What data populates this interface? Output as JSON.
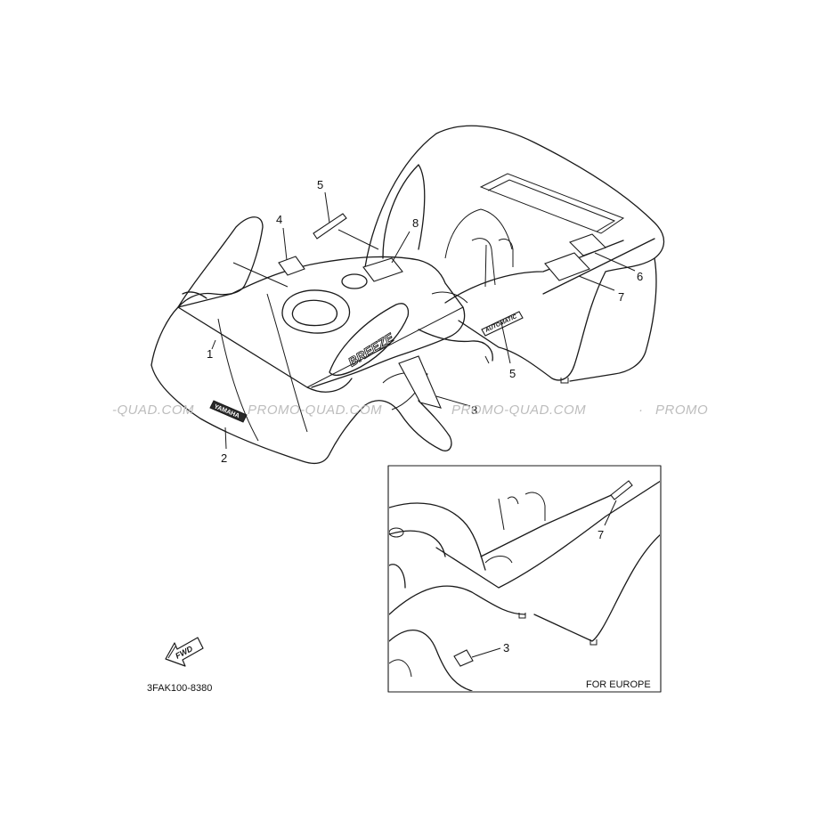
{
  "watermark": {
    "segments": [
      "-QUAD.COM",
      "PROMO-QUAD.COM",
      "PROMO-QUAD.COM",
      "·",
      "PROMO"
    ]
  },
  "callouts": {
    "c1": "1",
    "c2": "2",
    "c3": "3",
    "c4": "4",
    "c5a": "5",
    "c5b": "5",
    "c6": "6",
    "c7": "7",
    "c8": "8",
    "c3_inset": "3",
    "c7_inset": "7"
  },
  "decals": {
    "yamaha": "YAMAHA",
    "breeze": "BREEZE",
    "automatic": "AUTOMATIC",
    "fwd": "FWD"
  },
  "inset": {
    "caption": "FOR EUROPE"
  },
  "part_code": "3FAK100-8380",
  "colors": {
    "ink": "#1a1a1a",
    "watermark": "#bdbdbd",
    "background": "#ffffff"
  }
}
